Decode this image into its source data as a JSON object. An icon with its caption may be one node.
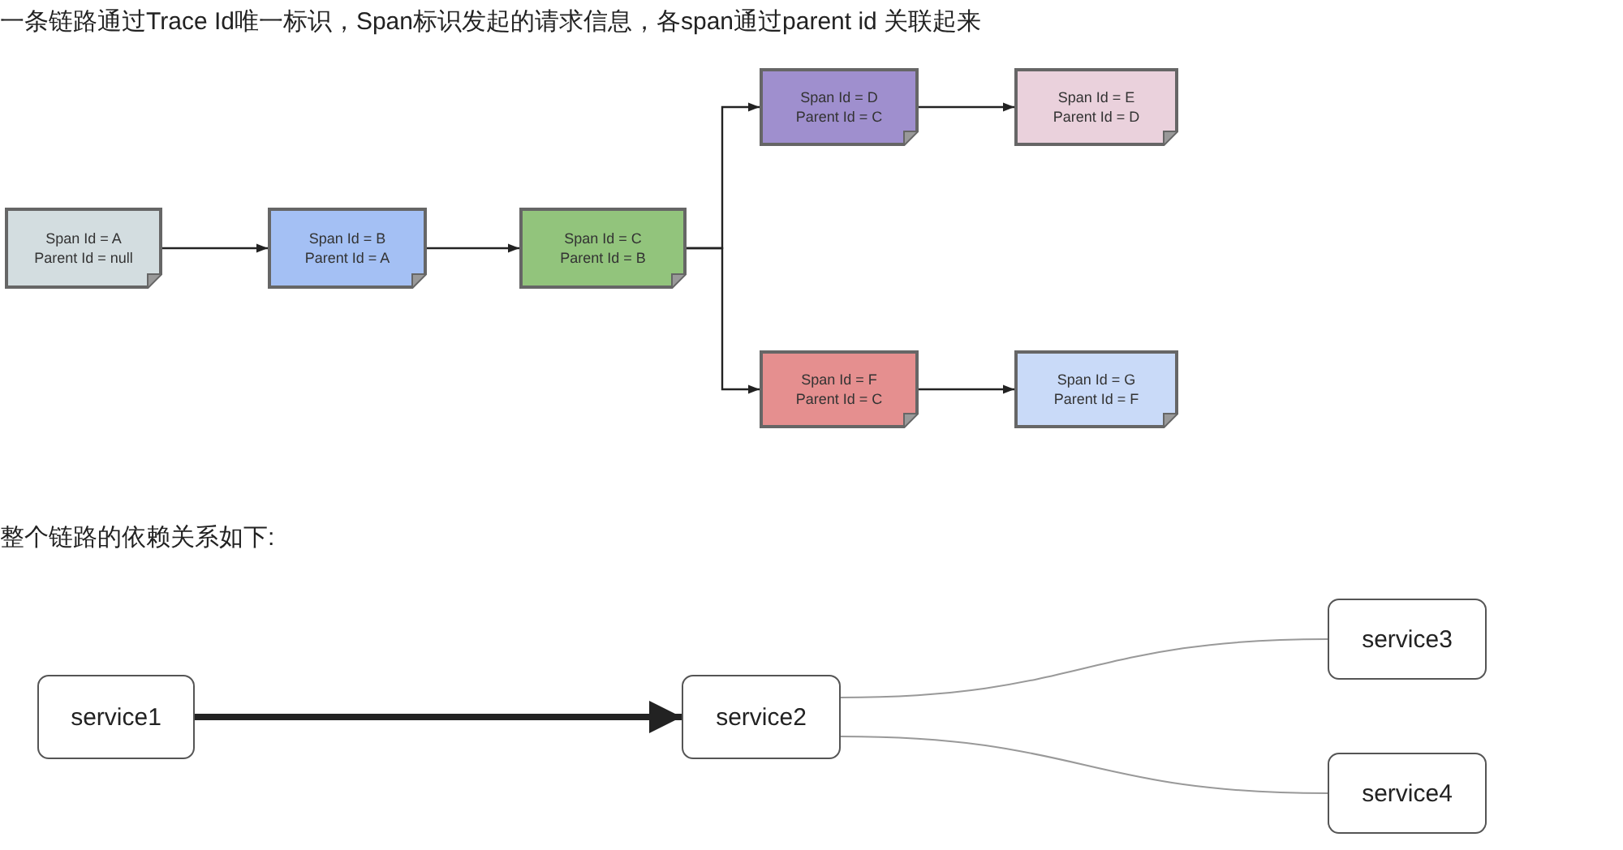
{
  "diagram": {
    "nodes": [
      {
        "text": [
          "Span Id = A",
          "Parent Id = null"
        ]
      },
      {
        "text": [
          "Span Id = B",
          "Parent Id = A"
        ]
      },
      {
        "text": [
          "Span Id = C",
          "Parent Id = B"
        ]
      },
      {
        "text": [
          "Span Id = D",
          "Parent Id = C"
        ]
      },
      {
        "text": [
          "Span Id = E",
          "Parent Id = D"
        ]
      },
      {
        "text": [
          "Span Id = F",
          "Parent Id = C"
        ]
      },
      {
        "text": [
          "Span Id = G",
          "Parent Id = F"
        ]
      },
      {
        "text": [
          "service1"
        ]
      },
      {
        "text": [
          "service2"
        ]
      },
      {
        "text": [
          "service3"
        ]
      },
      {
        "text": [
          "service4"
        ]
      }
    ],
    "edges": [
      {
        "from": 0,
        "to": 1,
        "arrow": "to"
      },
      {
        "from": 1,
        "to": 2,
        "arrow": "to"
      },
      {
        "from": 2,
        "to": 3,
        "arrow": "to"
      },
      {
        "from": 3,
        "to": 4,
        "arrow": "to"
      },
      {
        "from": 2,
        "to": 5,
        "arrow": "to"
      },
      {
        "from": 5,
        "to": 6,
        "arrow": "to"
      },
      {
        "from": 7,
        "to": 8,
        "arrow": "to",
        "style": "thick"
      },
      {
        "from": 8,
        "to": 9,
        "arrow": "none",
        "color": "#999999"
      },
      {
        "from": 8,
        "to": 10,
        "arrow": "none",
        "color": "#999999"
      }
    ],
    "labels": [
      "一条链路通过Trace Id唯一标识，Span标识发起的请求信息，各span通过parent id 关联起来",
      "整个链路的依赖关系如下:"
    ]
  }
}
